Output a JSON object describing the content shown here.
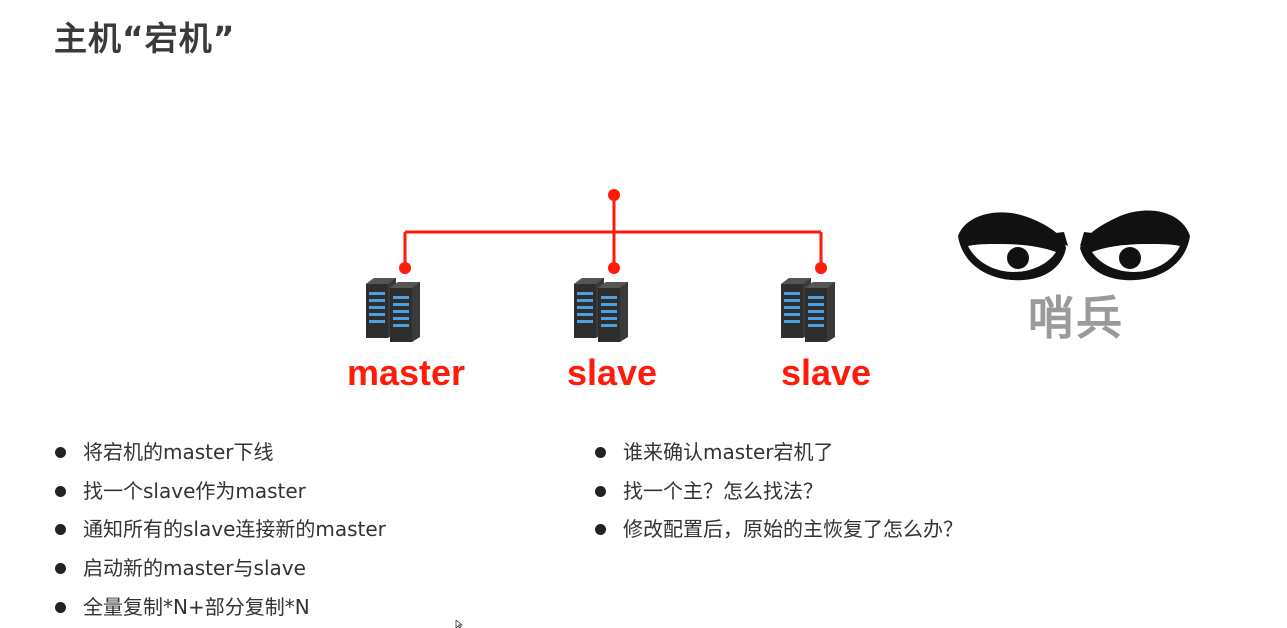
{
  "slide": {
    "title": "主机“宕机”"
  },
  "diagram": {
    "nodes": [
      {
        "label": "master"
      },
      {
        "label": "slave"
      },
      {
        "label": "slave"
      }
    ],
    "sentinel_label": "哨兵",
    "colors": {
      "accent": "#ff1a0a",
      "server_body": "#3f3f3f",
      "server_light": "#4aa0e0",
      "sentinel_text": "#9a9a9a"
    }
  },
  "lists": {
    "left": [
      "将宕机的master下线",
      "找一个slave作为master",
      "通知所有的slave连接新的master",
      "启动新的master与slave",
      "全量复制*N+部分复制*N"
    ],
    "right": [
      "谁来确认master宕机了",
      "找一个主？怎么找法？",
      "修改配置后，原始的主恢复了怎么办？"
    ]
  }
}
